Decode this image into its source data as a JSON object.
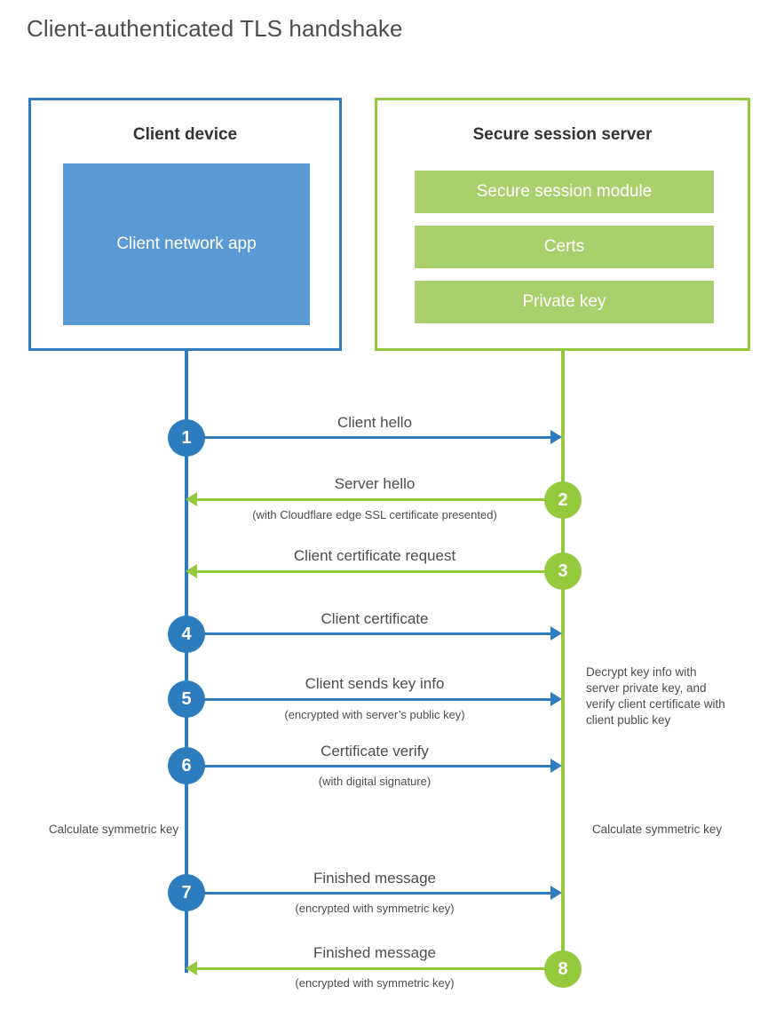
{
  "title": "Client-authenticated TLS handshake",
  "colors": {
    "client_accent": "#2d7cbd",
    "client_app_fill": "#5b9bd5",
    "server_accent": "#95c93d",
    "server_bar_fill": "#a9d06c",
    "text": "#4d4d4d",
    "heading": "#333333",
    "background": "#ffffff"
  },
  "client": {
    "title": "Client device",
    "app_label": "Client network app"
  },
  "server": {
    "title": "Secure session server",
    "blocks": [
      {
        "label": "Secure session module"
      },
      {
        "label": "Certs"
      },
      {
        "label": "Private key"
      }
    ]
  },
  "annotations": {
    "server_decrypt": "Decrypt key info with server private key, and verify client certificate with client public key",
    "client_calc": "Calculate symmetric key",
    "server_calc": "Calculate symmetric key"
  },
  "steps": [
    {
      "number": "1",
      "direction": "client-to-server",
      "color": "blue",
      "label": "Client hello",
      "sublabel": ""
    },
    {
      "number": "2",
      "direction": "server-to-client",
      "color": "green",
      "label": "Server hello",
      "sublabel": "(with Cloudflare edge SSL certificate presented)"
    },
    {
      "number": "3",
      "direction": "server-to-client",
      "color": "green",
      "label": "Client certificate request",
      "sublabel": ""
    },
    {
      "number": "4",
      "direction": "client-to-server",
      "color": "blue",
      "label": "Client certificate",
      "sublabel": ""
    },
    {
      "number": "5",
      "direction": "client-to-server",
      "color": "blue",
      "label": "Client sends key info",
      "sublabel": "(encrypted with server’s public key)"
    },
    {
      "number": "6",
      "direction": "client-to-server",
      "color": "blue",
      "label": "Certificate verify",
      "sublabel": "(with digital signature)"
    },
    {
      "number": "7",
      "direction": "client-to-server",
      "color": "blue",
      "label": "Finished message",
      "sublabel": "(encrypted with symmetric key)"
    },
    {
      "number": "8",
      "direction": "server-to-client",
      "color": "green",
      "label": "Finished message",
      "sublabel": "(encrypted with symmetric key)"
    }
  ]
}
